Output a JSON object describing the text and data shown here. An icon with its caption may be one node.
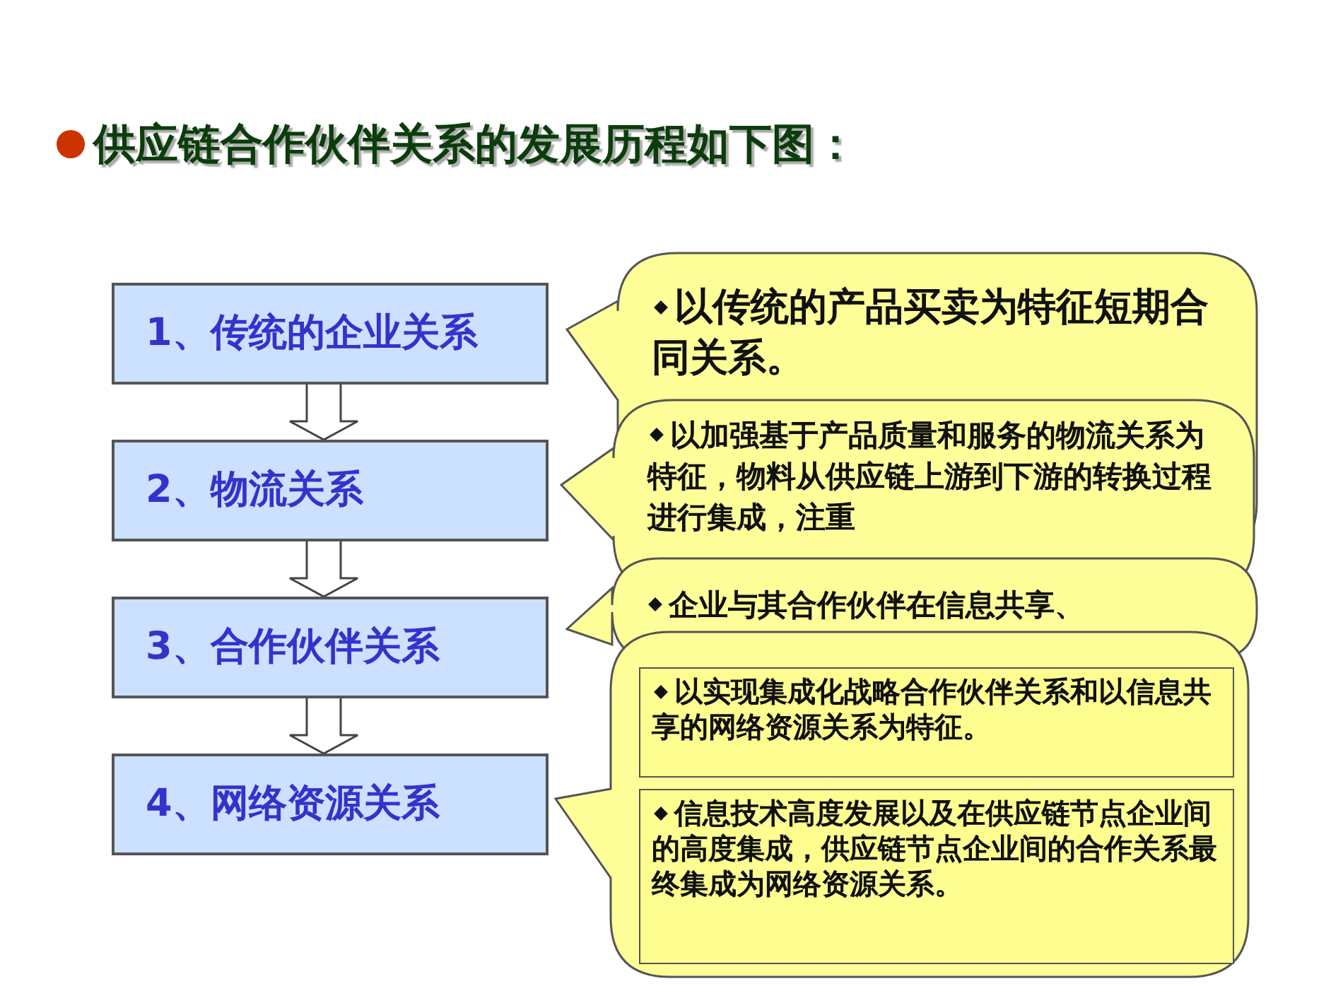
{
  "diagram": {
    "title": "供应链合作伙伴关系的发展历程如下图：",
    "nodes": [
      {
        "text": [
          "1、传统的企业关系"
        ]
      },
      {
        "text": [
          "2、物流关系"
        ]
      },
      {
        "text": [
          "3、合作伙伴关系"
        ]
      },
      {
        "text": [
          "4、网络资源关系"
        ]
      },
      {
        "text": [
          "以传统的产品买卖为特征短期合同关系。"
        ]
      },
      {
        "text": [
          "以加强**基于产品质量和服务的物流关系**为特征，物料从供应链上游到下游的转换过程进行集成，注重"
        ]
      },
      {
        "text": [
          "企业与其合作伙伴在信息共享、"
        ]
      },
      {
        "text": [
          "以实现**集成化战略合作伙伴**关系和以**信息共享的网络资源**关系为特征。",
          "信息技术高度发展以及在供应链节点企业间的高度集成，供应链节点企业间的合作关系最终集成为网络资源关系。"
        ]
      }
    ],
    "edges": [
      {
        "from": 0,
        "to": 1,
        "arrow": "to"
      },
      {
        "from": 1,
        "to": 2,
        "arrow": "to"
      },
      {
        "from": 2,
        "to": 3,
        "arrow": "to"
      }
    ]
  }
}
